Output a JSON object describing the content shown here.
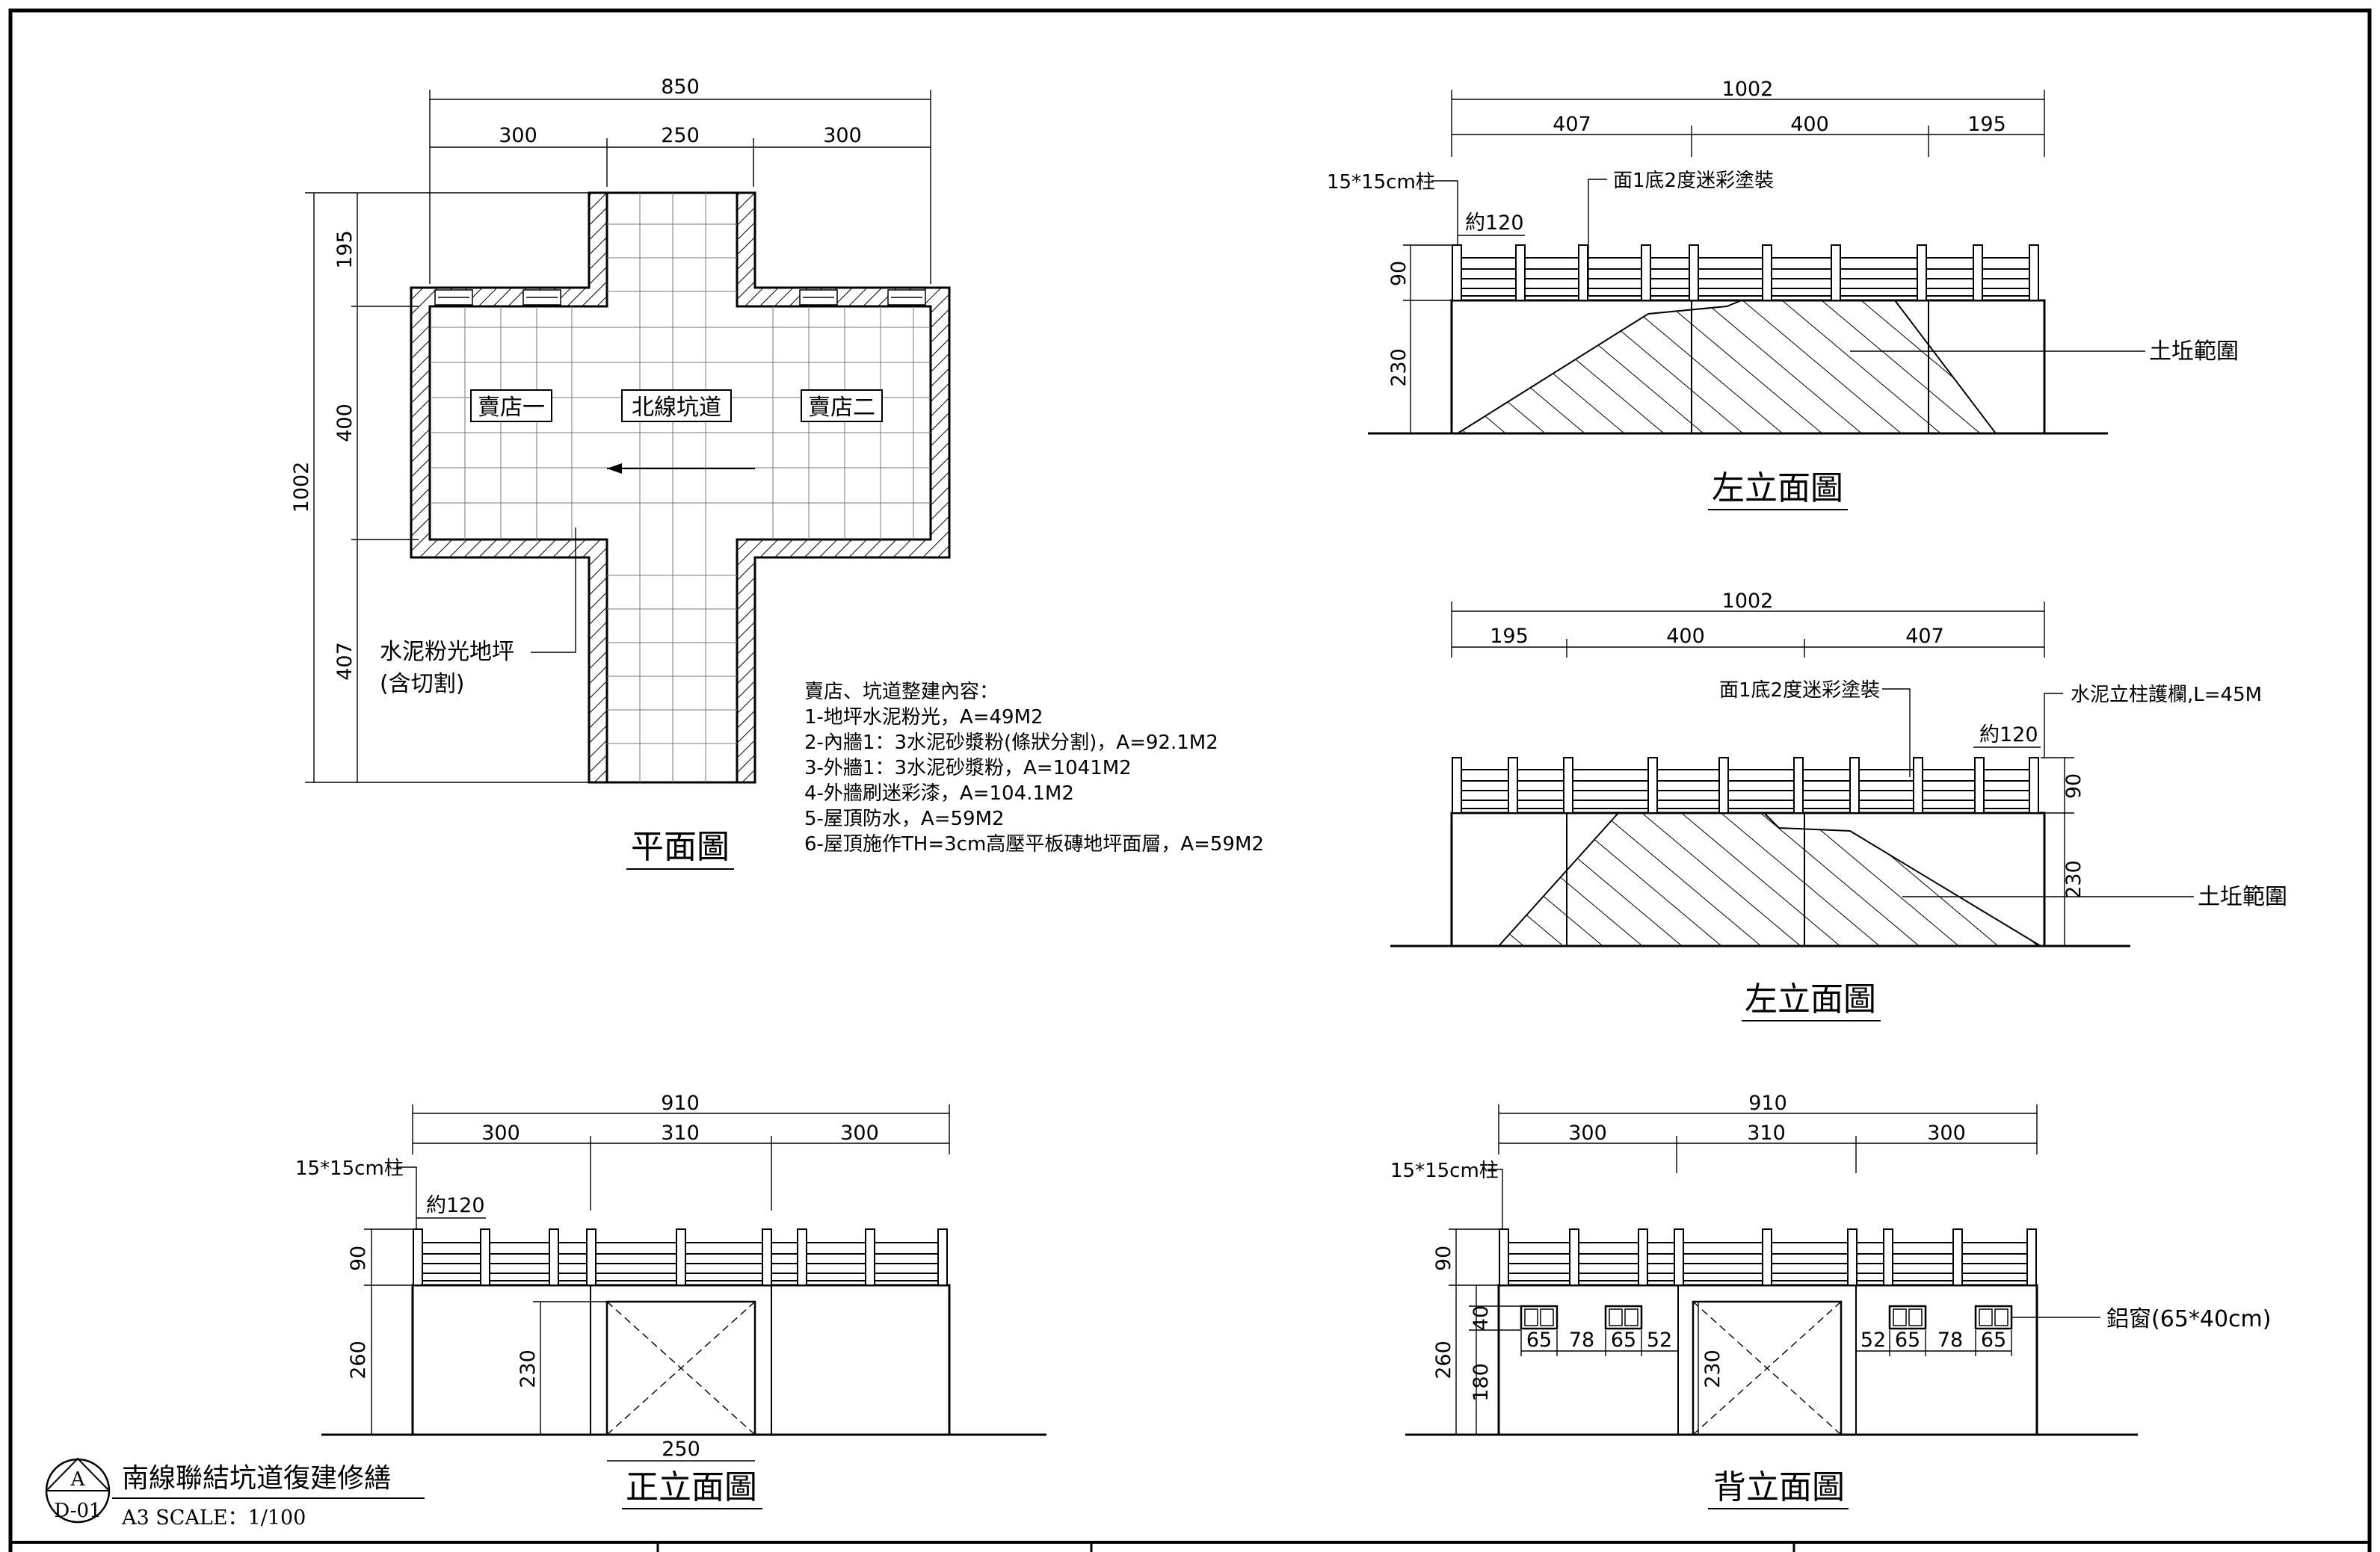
{
  "plan": {
    "title": "平面圖",
    "dim_total_w": "850",
    "dim_w": [
      "300",
      "250",
      "300"
    ],
    "dim_total_h": "1002",
    "dim_h": [
      "195",
      "400",
      "407"
    ],
    "room_labels": [
      "賣店一",
      "北線坑道",
      "賣店二"
    ],
    "floor_note_1": "水泥粉光地坪",
    "floor_note_2": "(含切割)"
  },
  "spec": {
    "heading": "賣店、坑道整建內容：",
    "items": [
      "1-地坪水泥粉光，A=49M2",
      "2-內牆1：3水泥砂漿粉(條狀分割)，A=92.1M2",
      "3-外牆1：3水泥砂漿粉，A=1041M2",
      "4-外牆刷迷彩漆，A=104.1M2",
      "5-屋頂防水，A=59M2",
      "6-屋頂施作TH=3cm高壓平板磚地坪面層，A=59M2"
    ]
  },
  "left_elev_1": {
    "title": "左立面圖",
    "dim_total": "1002",
    "dim_parts": [
      "407",
      "400",
      "195"
    ],
    "post_note": "15*15cm柱",
    "spacing": "約120",
    "paint_note": "面1底2度迷彩塗裝",
    "soil_note": "土坵範圍",
    "h_rail": "90",
    "h_wall": "230"
  },
  "left_elev_2": {
    "title": "左立面圖",
    "dim_total": "1002",
    "dim_parts": [
      "195",
      "400",
      "407"
    ],
    "paint_note": "面1底2度迷彩塗裝",
    "rail_note": "水泥立柱護欄,L=45M",
    "spacing": "約120",
    "soil_note": "土坵範圍",
    "h_rail": "90",
    "h_wall": "230"
  },
  "front_elev": {
    "title": "正立面圖",
    "dim_total": "910",
    "dim_parts": [
      "300",
      "310",
      "300"
    ],
    "post_note": "15*15cm柱",
    "spacing": "約120",
    "h_rail": "90",
    "h_wall": "260",
    "h_door": "230",
    "w_door": "250"
  },
  "back_elev": {
    "title": "背立面圖",
    "dim_total": "910",
    "dim_parts": [
      "300",
      "310",
      "300"
    ],
    "post_note": "15*15cm柱",
    "window_note": "鋁窗(65*40cm)",
    "h_rail": "90",
    "h_wall": "260",
    "h_win": "40",
    "h_sill": "180",
    "h_door": "230",
    "win_dims_left": [
      "65",
      "78",
      "65",
      "52"
    ],
    "win_dims_right": [
      "52",
      "65",
      "78",
      "65"
    ]
  },
  "title_block": {
    "sheet": "D-01",
    "mark": "A",
    "project": "南線聯結坑道復建修繕",
    "scale": "A3 SCALE：1/100"
  }
}
